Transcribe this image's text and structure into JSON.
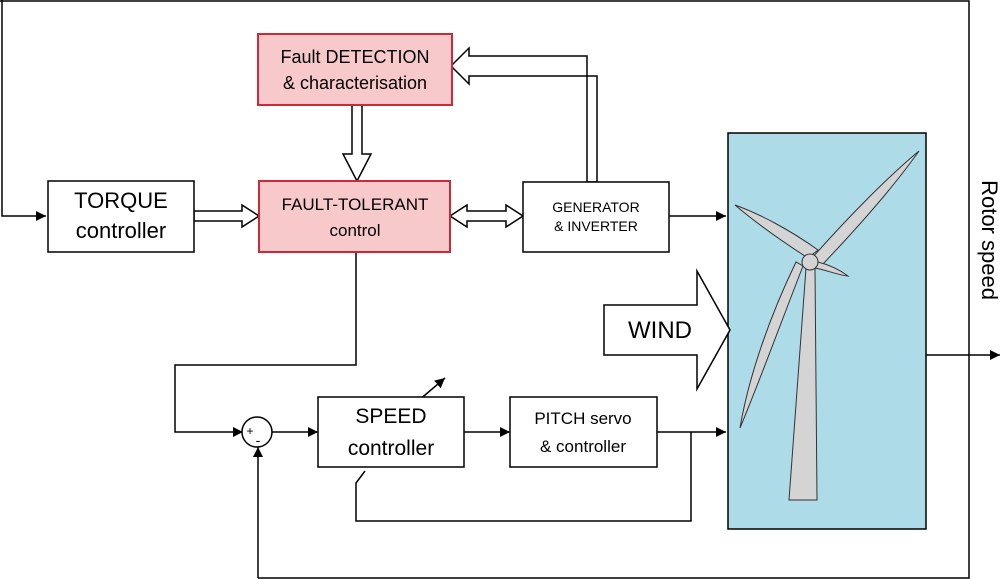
{
  "colors": {
    "fault_block_fill": "#f8c9cb",
    "fault_block_stroke": "#cc2a36",
    "turbine_panel_fill": "#aedbe8",
    "turbine_shape_fill": "#d4d4d4"
  },
  "blocks": {
    "fault_detection": {
      "line1": "Fault DETECTION",
      "line2": "& characterisation"
    },
    "fault_tolerant": {
      "line1": "FAULT-TOLERANT",
      "line2": "control"
    },
    "torque_controller": {
      "line1": "TORQUE",
      "line2": "controller"
    },
    "generator_inverter": {
      "line1": "GENERATOR",
      "line2": "& INVERTER"
    },
    "speed_controller": {
      "line1": "SPEED",
      "line2": "controller"
    },
    "pitch_servo": {
      "line1": "PITCH servo",
      "line2": "& controller"
    }
  },
  "wind_label": "WIND",
  "output_label": "Rotor speed",
  "summing_junction": {
    "plus": "+",
    "minus": "-"
  },
  "icons": {
    "wind_arrow": "wind-arrow-icon",
    "turbine": "wind-turbine-icon",
    "tuning_arrow": "tuning-arrow-icon"
  }
}
